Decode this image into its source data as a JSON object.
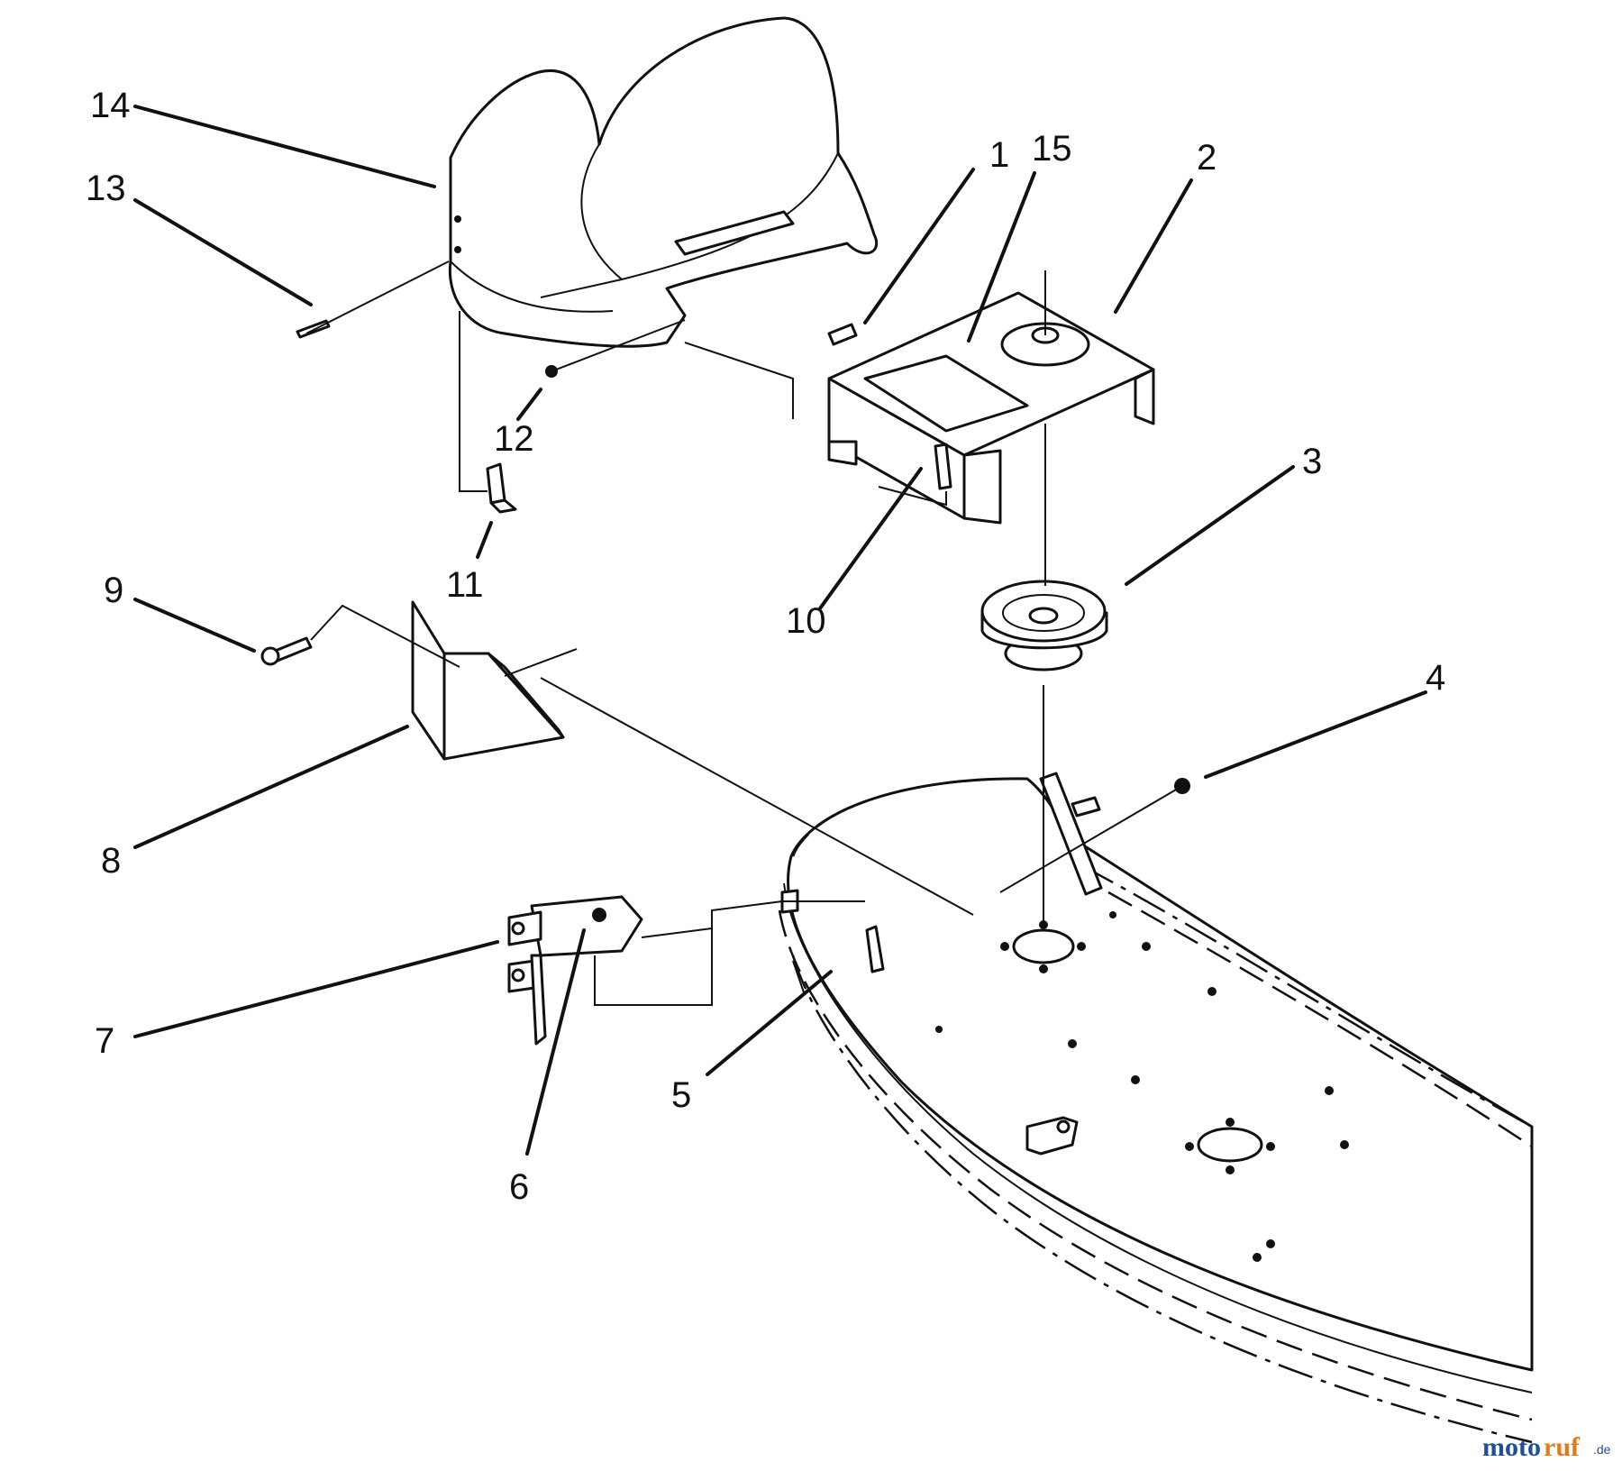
{
  "callouts": [
    {
      "id": "1",
      "label": "1"
    },
    {
      "id": "2",
      "label": "2"
    },
    {
      "id": "3",
      "label": "3"
    },
    {
      "id": "4",
      "label": "4"
    },
    {
      "id": "5",
      "label": "5"
    },
    {
      "id": "6",
      "label": "6"
    },
    {
      "id": "7",
      "label": "7"
    },
    {
      "id": "8",
      "label": "8"
    },
    {
      "id": "9",
      "label": "9"
    },
    {
      "id": "10",
      "label": "10"
    },
    {
      "id": "11",
      "label": "11"
    },
    {
      "id": "12",
      "label": "12"
    },
    {
      "id": "13",
      "label": "13"
    },
    {
      "id": "14",
      "label": "14"
    },
    {
      "id": "15",
      "label": "15"
    }
  ],
  "watermark": {
    "text_a": "moto",
    "text_b": "ruf",
    "suffix": ".de"
  }
}
